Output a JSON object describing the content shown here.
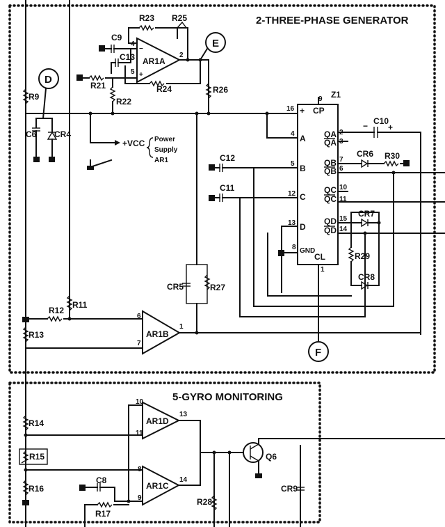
{
  "sections": {
    "generator_title": "2-THREE-PHASE GENERATOR",
    "gyro_title": "5-GYRO MONITORING"
  },
  "amplifiers": {
    "ar1a": "AR1A",
    "ar1b": "AR1B",
    "ar1c": "AR1C",
    "ar1d": "AR1D"
  },
  "counter": {
    "ref": "Z1",
    "cp": "CP",
    "plus": "+",
    "a": "A",
    "b": "B",
    "c": "C",
    "d": "D",
    "gnd": "GND",
    "cl": "CL",
    "qa": "QA",
    "qa_bar": "QA",
    "qb": "QB",
    "qb_bar": "QB",
    "qc": "QC",
    "qc_bar": "QC",
    "qd": "QD",
    "qd_bar": "QD"
  },
  "pins": {
    "p9": "9",
    "p16": "16",
    "p4": "4",
    "p5": "5",
    "p12": "12",
    "p13": "13",
    "p8": "8",
    "p1": "1",
    "p2": "2",
    "p3": "3",
    "p7": "7",
    "p6": "6",
    "p10": "10",
    "p11": "11",
    "p15": "15",
    "p14": "14",
    "a_4": "4",
    "a_5": "5",
    "a_2": "2",
    "b_6": "6",
    "b_7": "7",
    "b_1": "1",
    "d_10": "10",
    "d_11": "11",
    "d_13": "13",
    "c_8": "8",
    "c_9": "9",
    "c_14": "14"
  },
  "nodes": {
    "d": "D",
    "e": "E",
    "f": "F"
  },
  "components": {
    "r9": "R9",
    "r11": "R11",
    "r12": "R12",
    "r13": "R13",
    "r14": "R14",
    "r15": "R15",
    "r16": "R16",
    "r17": "R17",
    "r21": "R21",
    "r22": "R22",
    "r23": "R23",
    "r24": "R24",
    "r25": "R25",
    "r26": "R26",
    "r27": "R27",
    "r28": "R28",
    "r29": "R29",
    "r30": "R30",
    "c6": "C6",
    "c8": "C8",
    "c9": "C9",
    "c10": "C10",
    "c11": "C11",
    "c12": "C12",
    "c13": "C13",
    "cr4": "CR4",
    "cr5": "CR5",
    "cr6": "CR6",
    "cr7": "CR7",
    "cr8": "CR8",
    "cr9": "CR9",
    "q6": "Q6"
  },
  "power": {
    "vcc": "+VCC",
    "line1": "Power",
    "line2": "Supply",
    "line3": "AR1"
  },
  "marks": {
    "minus": "−",
    "plus": "+"
  }
}
